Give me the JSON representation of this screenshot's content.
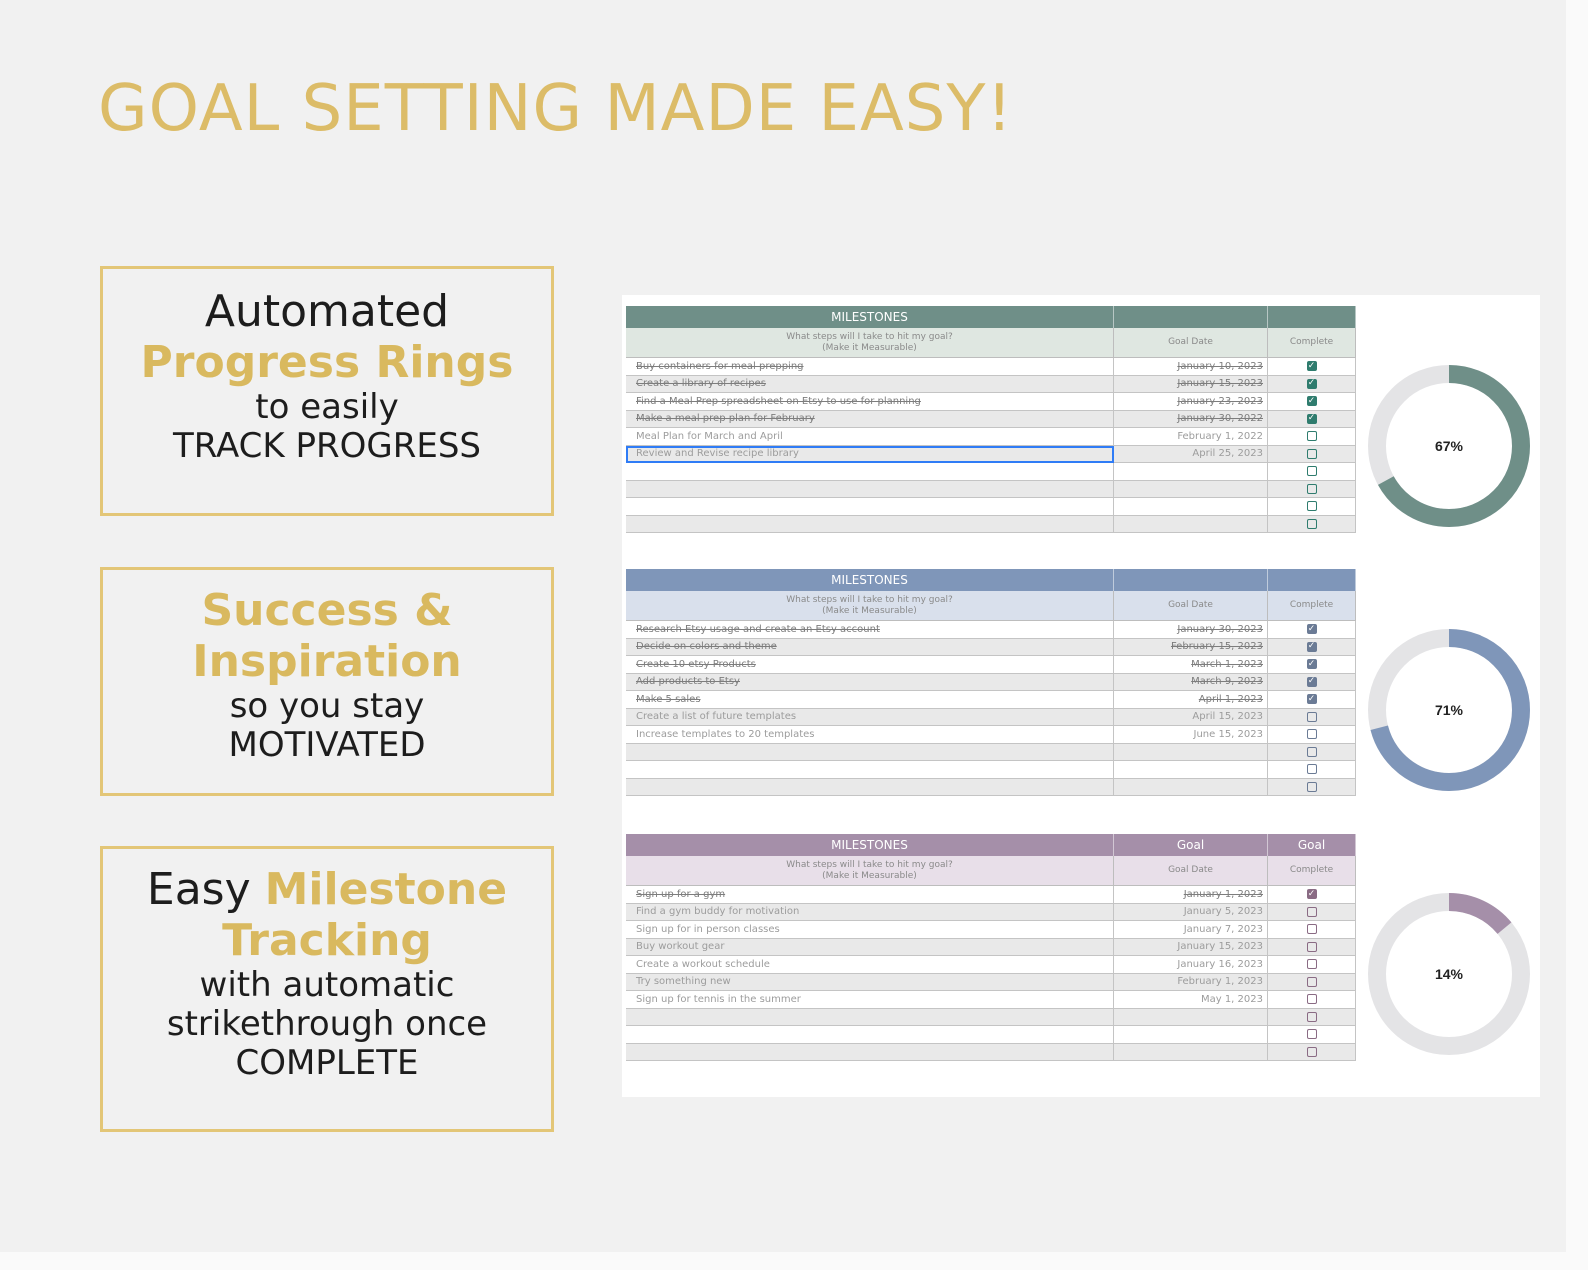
{
  "headline": "GOAL SETTING MADE EASY!",
  "cards": [
    {
      "l1": "Automated",
      "l2": "Progress Rings",
      "l3": "to easily",
      "l4": "TRACK PROGRESS"
    },
    {
      "l1": "Success &",
      "l2": "Inspiration",
      "l3": "so you stay",
      "l4": "MOTIVATED"
    },
    {
      "l1a": "Easy ",
      "l1b": "Milestone",
      "l2": "Tracking",
      "l3": "with automatic",
      "l4": "strikethrough once",
      "l5": "COMPLETE"
    }
  ],
  "trackers": [
    {
      "accent": "#6f8f88",
      "sub_bg": "#dfe7e1",
      "check_color": "#2f7c6e",
      "header": {
        "milestones": "MILESTONES",
        "col2": "",
        "col3": ""
      },
      "subheader": {
        "prompt": "What steps will I take to hit my goal?",
        "prompt2": "(Make it Measurable)",
        "date": "Goal Date",
        "complete": "Complete"
      },
      "progress_label": "67%",
      "progress": 0.67,
      "rows": [
        {
          "text": "Buy containers for meal prepping",
          "date": "January 10, 2023",
          "done": true
        },
        {
          "text": "Create a library of recipes",
          "date": "January 15, 2023",
          "done": true
        },
        {
          "text": "Find a Meal Prep spreadsheet on Etsy to use for planning",
          "date": "January 23, 2023",
          "done": true
        },
        {
          "text": "Make a meal prep plan for February",
          "date": "January 30, 2022",
          "done": true
        },
        {
          "text": "Meal Plan for March and April",
          "date": "February 1, 2022",
          "done": false
        },
        {
          "text": "Review and Revise recipe library",
          "date": "April 25, 2023",
          "done": false,
          "selected": true
        },
        {
          "text": "",
          "date": "",
          "done": false
        },
        {
          "text": "",
          "date": "",
          "done": false
        },
        {
          "text": "",
          "date": "",
          "done": false
        },
        {
          "text": "",
          "date": "",
          "done": false
        }
      ]
    },
    {
      "accent": "#7f96b9",
      "sub_bg": "#d9e0ec",
      "check_color": "#6b7b95",
      "header": {
        "milestones": "MILESTONES",
        "col2": "",
        "col3": ""
      },
      "subheader": {
        "prompt": "What steps will I take to hit my goal?",
        "prompt2": "(Make it Measurable)",
        "date": "Goal Date",
        "complete": "Complete"
      },
      "progress_label": "71%",
      "progress": 0.71,
      "rows": [
        {
          "text": "Research Etsy usage and create an Etsy account",
          "date": "January 30, 2023",
          "done": true
        },
        {
          "text": "Decide on colors and theme",
          "date": "February 15, 2023",
          "done": true
        },
        {
          "text": "Create 10 etsy Products",
          "date": "March 1, 2023",
          "done": true
        },
        {
          "text": "Add products to Etsy",
          "date": "March 9, 2023",
          "done": true
        },
        {
          "text": "Make 5 sales",
          "date": "April 1, 2023",
          "done": true
        },
        {
          "text": "Create a list of future templates",
          "date": "April 15, 2023",
          "done": false
        },
        {
          "text": "Increase templates to 20 templates",
          "date": "June 15, 2023",
          "done": false
        },
        {
          "text": "",
          "date": "",
          "done": false
        },
        {
          "text": "",
          "date": "",
          "done": false
        },
        {
          "text": "",
          "date": "",
          "done": false
        }
      ]
    },
    {
      "accent": "#a58fa9",
      "sub_bg": "#e8dfe9",
      "check_color": "#8a6b84",
      "header": {
        "milestones": "MILESTONES",
        "col2": "Goal",
        "col3": "Goal"
      },
      "subheader": {
        "prompt": "What steps will I take to hit my goal?",
        "prompt2": "(Make it Measurable)",
        "date": "Goal Date",
        "complete": "Complete"
      },
      "progress_label": "14%",
      "progress": 0.14,
      "rows": [
        {
          "text": "Sign up for a gym",
          "date": "January 1, 2023",
          "done": true
        },
        {
          "text": "Find a gym buddy for motivation",
          "date": "January 5, 2023",
          "done": false
        },
        {
          "text": "Sign up for in person classes",
          "date": "January 7, 2023",
          "done": false
        },
        {
          "text": "Buy workout gear",
          "date": "January 15, 2023",
          "done": false
        },
        {
          "text": "Create a workout schedule",
          "date": "January 16, 2023",
          "done": false
        },
        {
          "text": "Try something new",
          "date": "February 1, 2023",
          "done": false
        },
        {
          "text": "Sign up for tennis in the summer",
          "date": "May 1, 2023",
          "done": false
        },
        {
          "text": "",
          "date": "",
          "done": false
        },
        {
          "text": "",
          "date": "",
          "done": false
        },
        {
          "text": "",
          "date": "",
          "done": false
        }
      ]
    }
  ]
}
